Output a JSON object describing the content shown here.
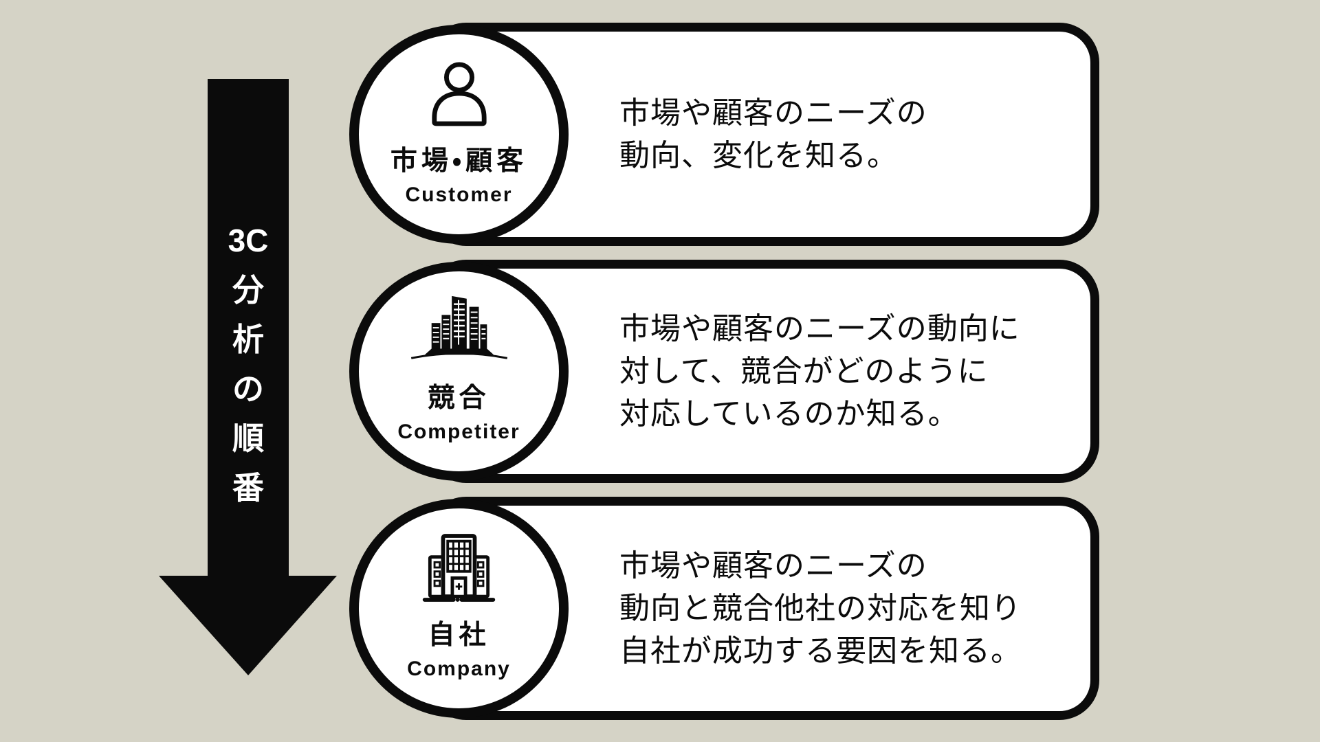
{
  "colors": {
    "background": "#d5d3c6",
    "ink": "#0b0b0b",
    "panel": "#ffffff",
    "arrow_text": "#ffffff"
  },
  "arrow": {
    "label": "3C分析の順番",
    "chars": [
      "3C",
      "分",
      "析",
      "の",
      "順",
      "番"
    ]
  },
  "rows": [
    {
      "icon": "person-icon",
      "title_jp": "市場・顧客",
      "title_en": "Customer",
      "lines": [
        "市場や顧客のニーズの",
        "動向、変化を知る。"
      ]
    },
    {
      "icon": "competitor-city-icon",
      "title_jp": "競合",
      "title_en": "Competiter",
      "lines": [
        "市場や顧客のニーズの動向に",
        "対して、競合がどのように",
        "対応しているのか知る。"
      ]
    },
    {
      "icon": "company-building-icon",
      "title_jp": "自社",
      "title_en": "Company",
      "lines": [
        "市場や顧客のニーズの",
        "動向と競合他社の対応を知り",
        "自社が成功する要因を知る。"
      ]
    }
  ]
}
